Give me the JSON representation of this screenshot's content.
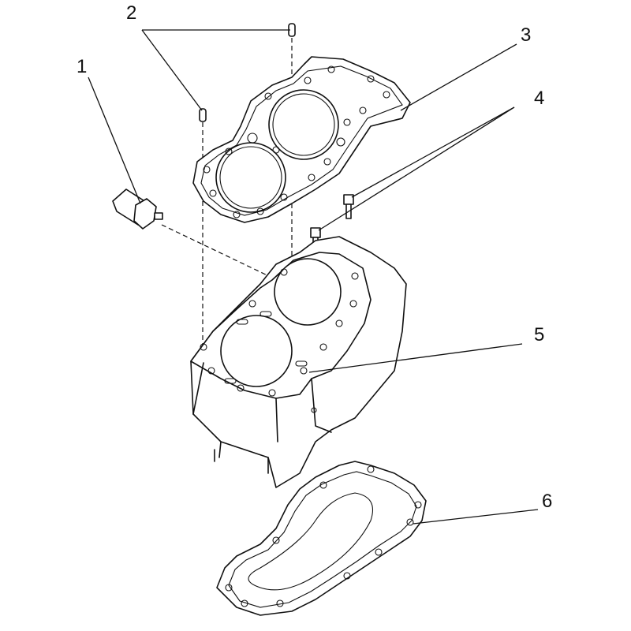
{
  "callouts": [
    {
      "number": "1",
      "part": "sensor"
    },
    {
      "number": "2",
      "part": "dowel-pins"
    },
    {
      "number": "3",
      "part": "cylinder-head-gasket"
    },
    {
      "number": "4",
      "part": "studs"
    },
    {
      "number": "5",
      "part": "cylinder-block"
    },
    {
      "number": "6",
      "part": "base-gasket"
    }
  ]
}
